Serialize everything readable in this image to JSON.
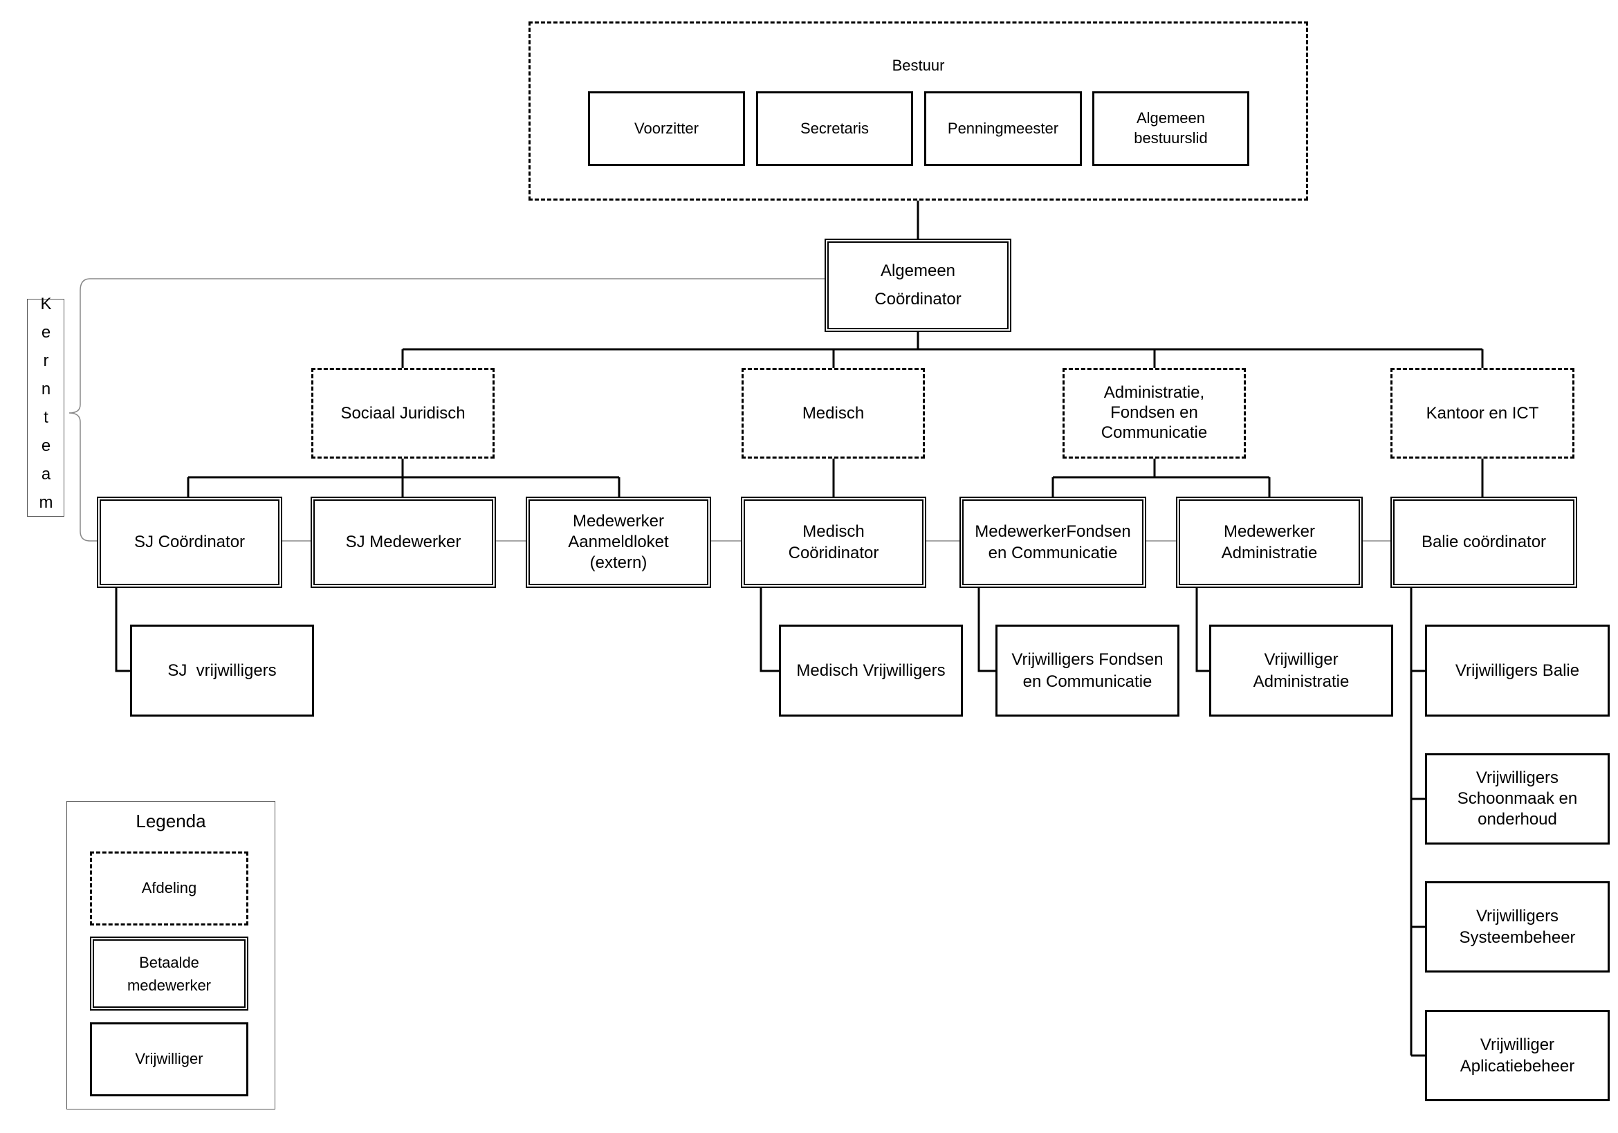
{
  "board": {
    "title": "Bestuur",
    "members": [
      "Voorzitter",
      "Secretaris",
      "Penningmeester",
      "Algemeen\nbestuurslid"
    ]
  },
  "coordinator": "Algemeen\nCoördinator",
  "kernteam": "Kernteam",
  "departments": {
    "sj": "Sociaal Juridisch",
    "medisch": "Medisch",
    "admin": "Administratie,\nFondsen en\nCommunicatie",
    "kantoor": "Kantoor en ICT"
  },
  "staff": {
    "sj_coordinator": "SJ Coördinator",
    "sj_medewerker": "SJ Medewerker",
    "aanmeldloket": "Medewerker\nAanmeldloket\n(extern)",
    "medisch_coordinator": "Medisch\nCoöridinator",
    "fondsen": "MedewerkerFondsen\nen Communicatie",
    "administratie": "Medewerker\nAdministratie",
    "balie": "Balie coördinator"
  },
  "volunteers": {
    "sj": "SJ  vrijwilligers",
    "medisch": "Medisch Vrijwilligers",
    "fondsen": "Vrijwilligers Fondsen\nen Communicatie",
    "administratie": "Vrijwilliger\nAdministratie",
    "balie": "Vrijwilligers Balie",
    "schoonmaak": "Vrijwilligers\nSchoonmaak en\nonderhoud",
    "systeem": "Vrijwilligers\nSysteembeheer",
    "aplicatie": "Vrijwilliger\nAplicatiebeheer"
  },
  "legend": {
    "title": "Legenda",
    "afdeling": "Afdeling",
    "betaald": "Betaalde\nmedewerker",
    "vrijwilliger": "Vrijwilliger"
  }
}
